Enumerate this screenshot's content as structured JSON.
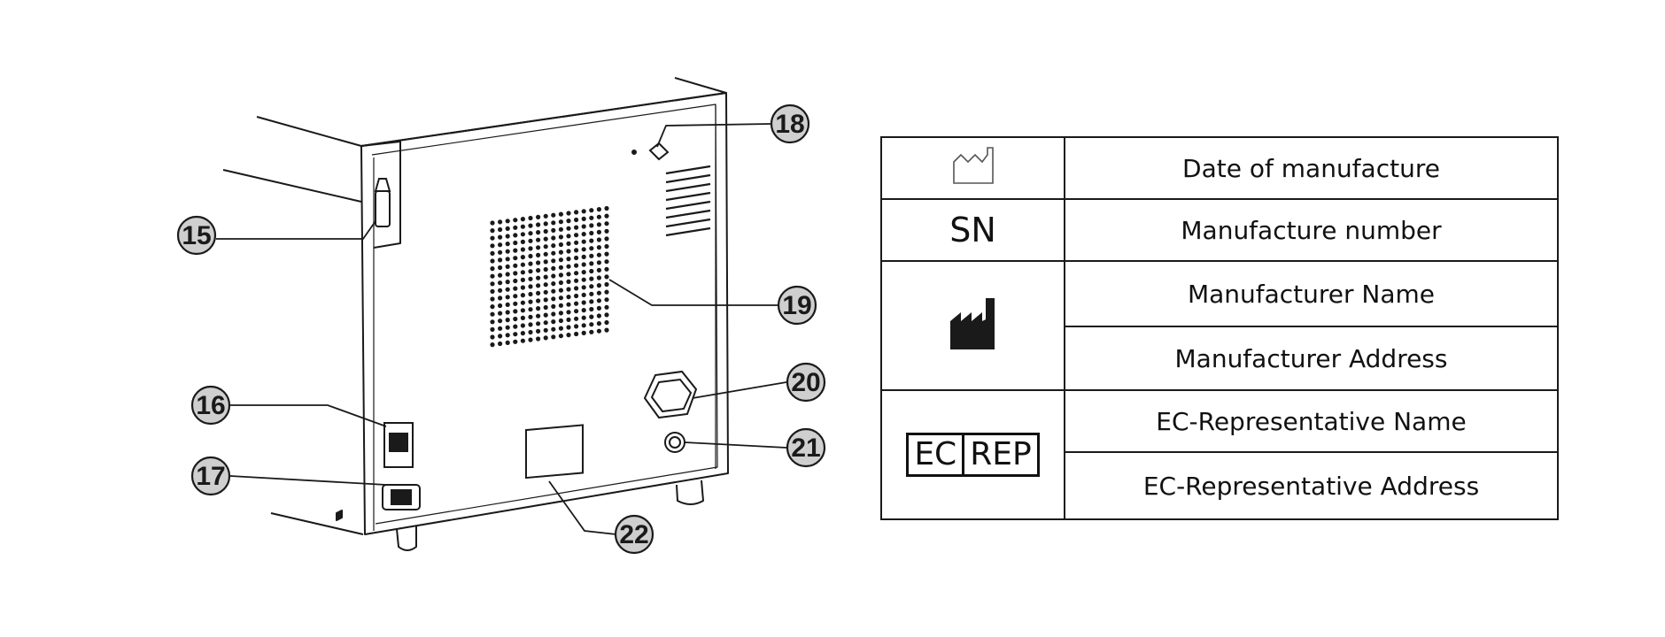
{
  "callouts": [
    {
      "id": "15",
      "label": "15"
    },
    {
      "id": "16",
      "label": "16"
    },
    {
      "id": "17",
      "label": "17"
    },
    {
      "id": "18",
      "label": "18"
    },
    {
      "id": "19",
      "label": "19"
    },
    {
      "id": "20",
      "label": "20"
    },
    {
      "id": "21",
      "label": "21"
    },
    {
      "id": "22",
      "label": "22"
    }
  ],
  "table": {
    "rows": [
      {
        "symbol_icon": "date-of-manufacture-icon",
        "text": "Date of manufacture"
      },
      {
        "symbol_text": "SN",
        "text": "Manufacture number"
      },
      {
        "symbol_icon": "manufacturer-icon",
        "text": "Manufacturer Name"
      },
      {
        "text": "Manufacturer Address"
      },
      {
        "symbol_parts": [
          "EC",
          "REP"
        ],
        "text": "EC-Representative Name"
      },
      {
        "text": "EC-Representative Address"
      }
    ]
  },
  "colors": {
    "line": "#1a1a1a",
    "callout_fill": "#cfcfcf"
  }
}
